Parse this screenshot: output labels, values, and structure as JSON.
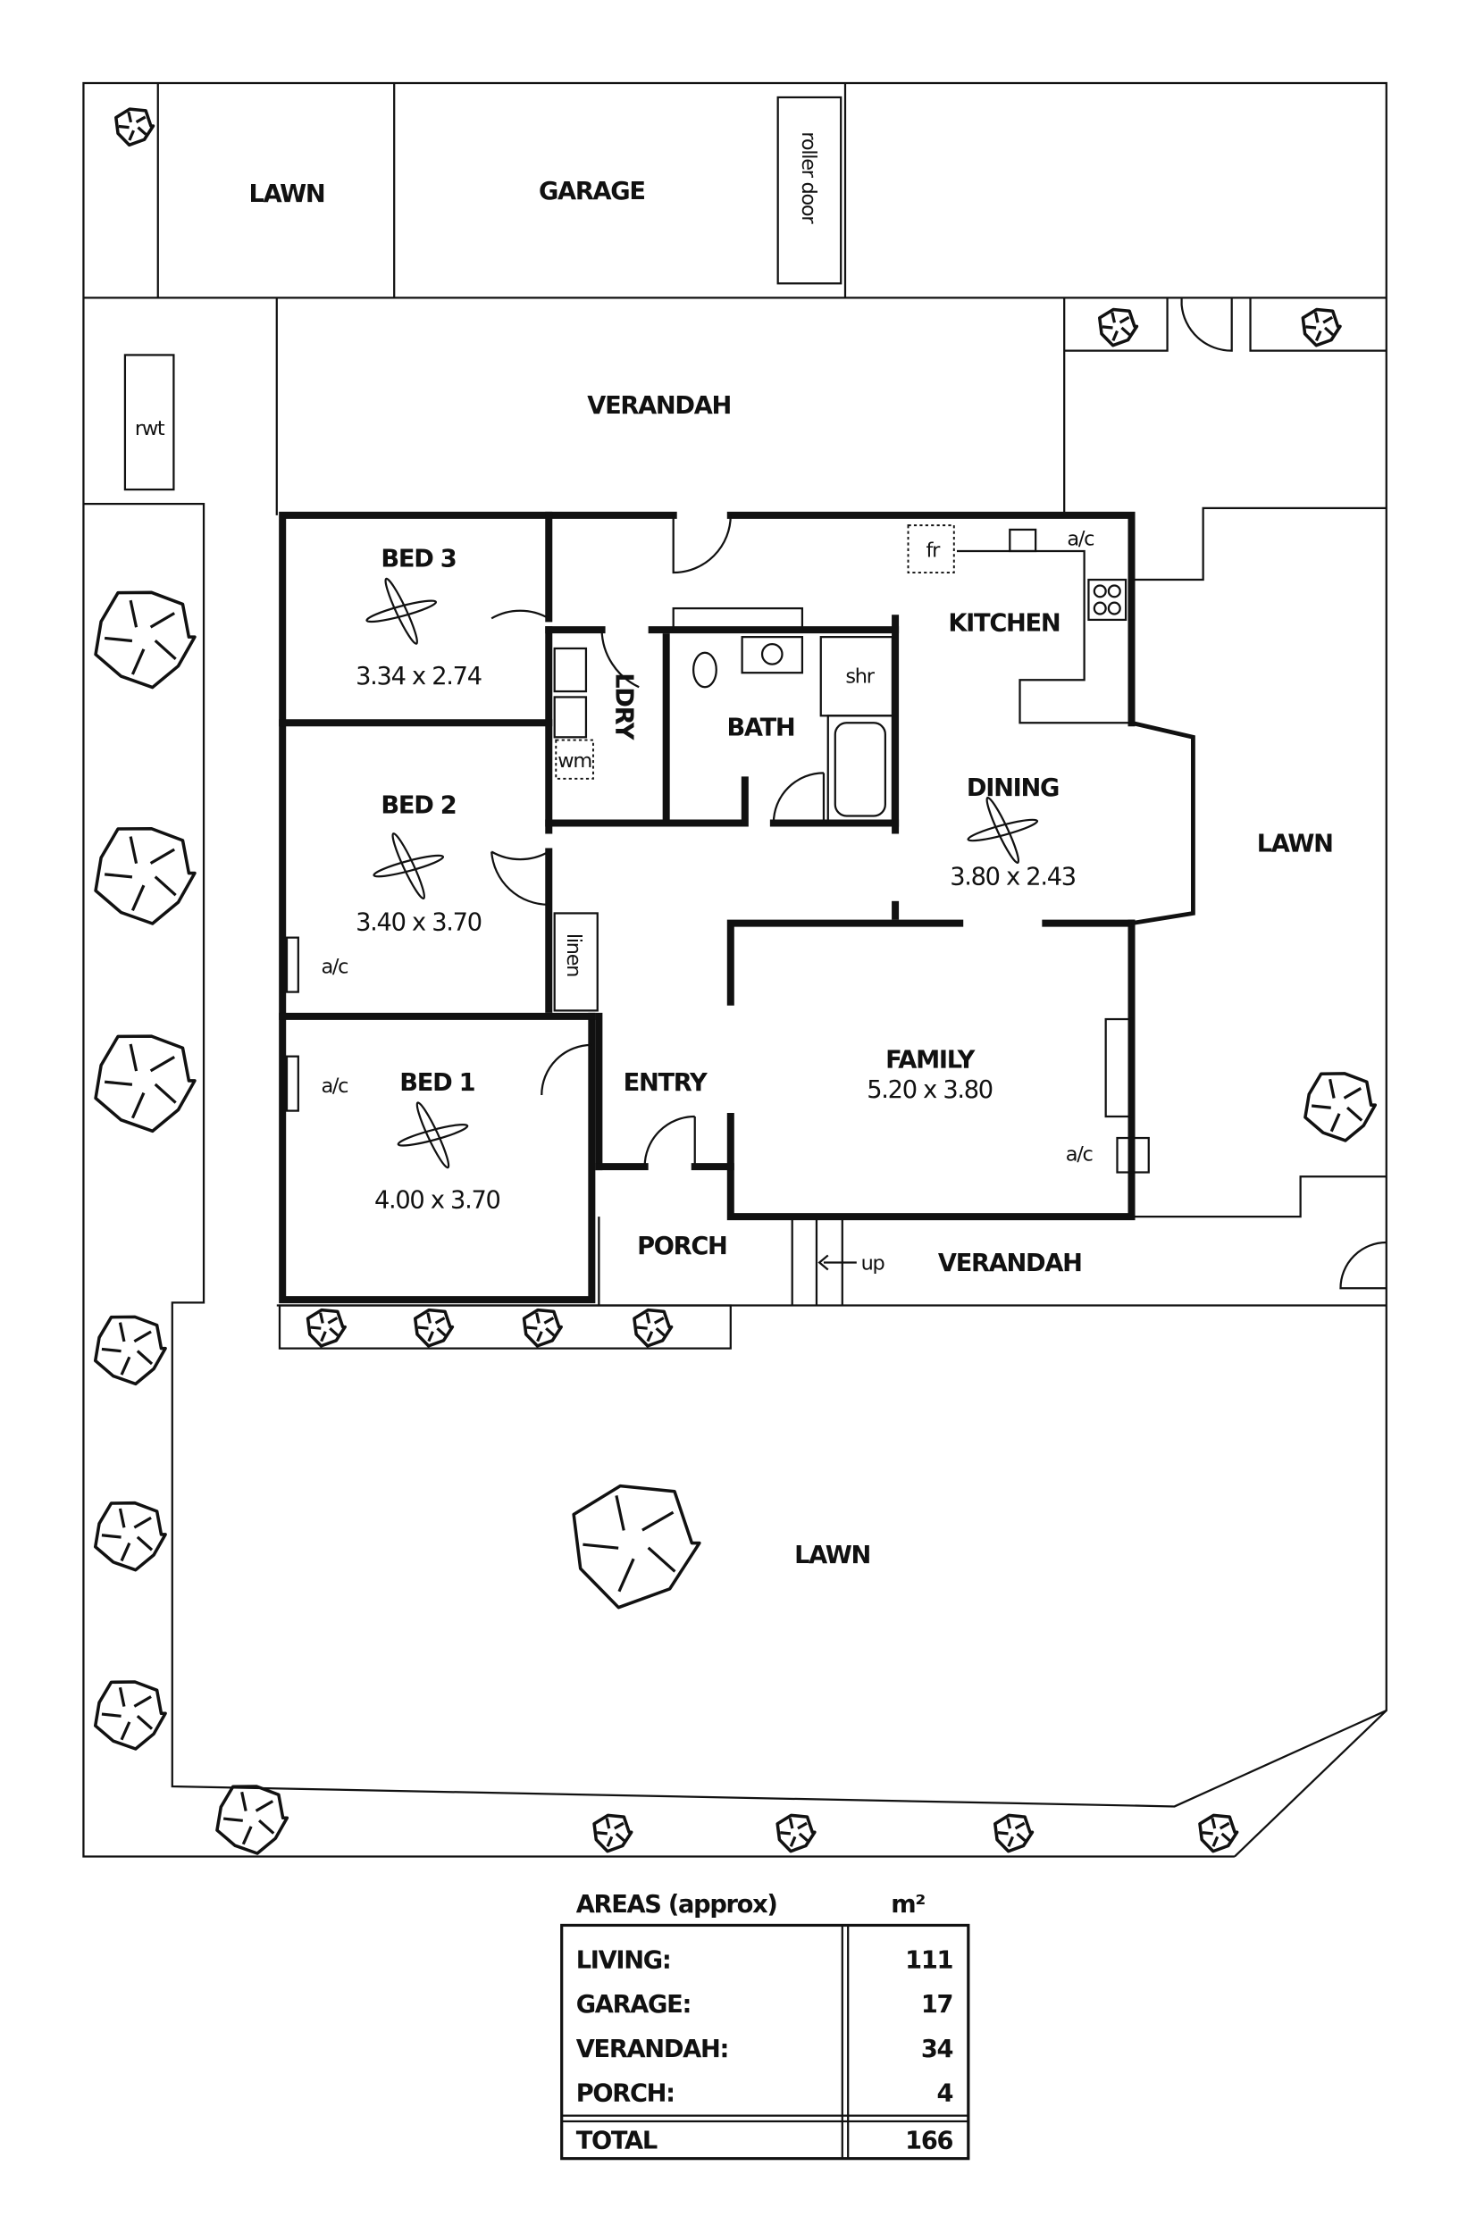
{
  "plan": {
    "lawn_top": "LAWN",
    "garage": "GARAGE",
    "roller_door": "roller door",
    "verandah_top": "VERANDAH",
    "rwt": "rwt",
    "bed3": {
      "name": "BED 3",
      "size": "3.34 x 2.74"
    },
    "bed2": {
      "name": "BED 2",
      "size": "3.40 x 3.70"
    },
    "bed1": {
      "name": "BED 1",
      "size": "4.00 x 3.70"
    },
    "kitchen": "KITCHEN",
    "fridge": "fr",
    "ac": "a/c",
    "ldry": "LDRY",
    "wm": "wm",
    "bath": "BATH",
    "shr": "shr",
    "linen": "linen",
    "dining": {
      "name": "DINING",
      "size": "3.80 x 2.43"
    },
    "family": {
      "name": "FAMILY",
      "size": "5.20 x 3.80"
    },
    "entry": "ENTRY",
    "porch": "PORCH",
    "up": "up",
    "verandah_front": "VERANDAH",
    "lawn_right": "LAWN",
    "lawn_front": "LAWN"
  },
  "areas": {
    "title": "AREAS (approx)",
    "unit": "m²",
    "rows": [
      {
        "label": "LIVING:",
        "value": "111"
      },
      {
        "label": "GARAGE:",
        "value": "17"
      },
      {
        "label": "VERANDAH:",
        "value": "34"
      },
      {
        "label": "PORCH:",
        "value": "4"
      }
    ],
    "total": {
      "label": "TOTAL",
      "value": "166"
    }
  }
}
